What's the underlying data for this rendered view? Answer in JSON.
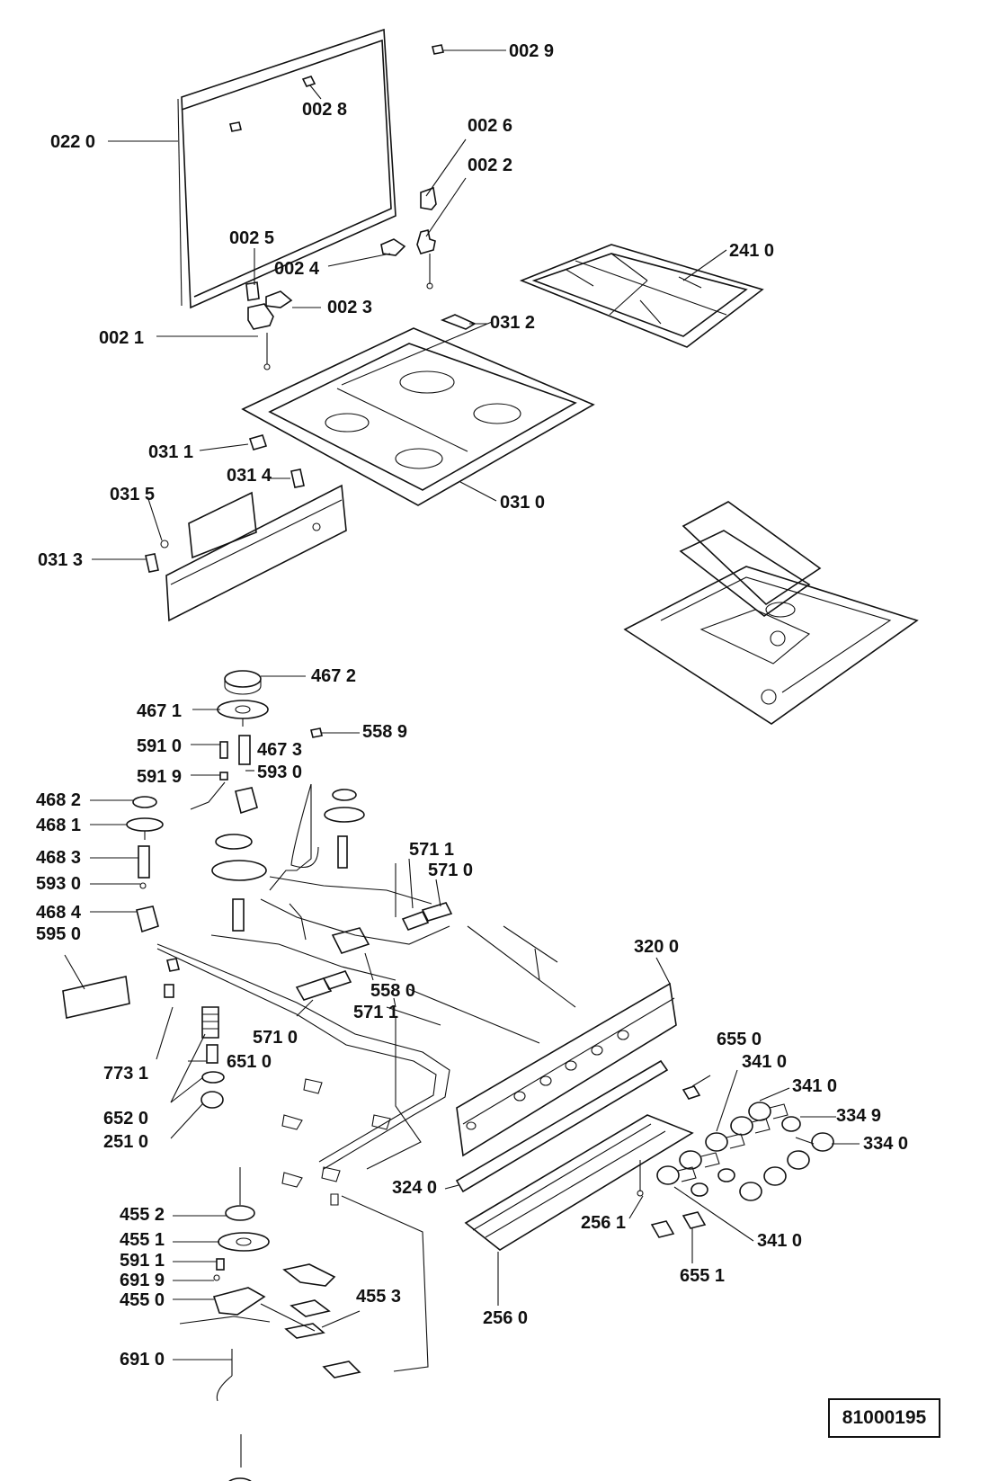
{
  "document_number": "81000195",
  "labels": {
    "l0029": "002 9",
    "l0028": "002 8",
    "l0026": "002 6",
    "l0022": "002 2",
    "l0220": "022 0",
    "l0025": "002 5",
    "l0024": "002 4",
    "l0023": "002 3",
    "l0021": "002 1",
    "l2410": "241 0",
    "l0312": "031 2",
    "l0311": "031 1",
    "l0314": "031 4",
    "l0315": "031 5",
    "l0313": "031 3",
    "l0310": "031 0",
    "l4672": "467 2",
    "l4671": "467 1",
    "l5589": "558 9",
    "l5910": "591 0",
    "l4673": "467 3",
    "l5919": "591 9",
    "l5930a": "593 0",
    "l4682": "468 2",
    "l4681": "468 1",
    "l4683": "468 3",
    "l5930b": "593 0",
    "l4684": "468 4",
    "l5950": "595 0",
    "l5711a": "571 1",
    "l5710a": "571 0",
    "l3200": "320 0",
    "l5580": "558 0",
    "l5711b": "571 1",
    "l5710b": "571 0",
    "l7731": "773 1",
    "l6510": "651 0",
    "l6520": "652 0",
    "l2510": "251 0",
    "l6550": "655 0",
    "l3410a": "341 0",
    "l3410b": "341 0",
    "l3349": "334 9",
    "l3340": "334 0",
    "l3240": "324 0",
    "l2561": "256 1",
    "l3410c": "341 0",
    "l6551": "655 1",
    "l2560": "256 0",
    "l4552": "455 2",
    "l4551": "455 1",
    "l5911": "591 1",
    "l6919": "691 9",
    "l4550": "455 0",
    "l4553": "455 3",
    "l6910": "691 0"
  }
}
